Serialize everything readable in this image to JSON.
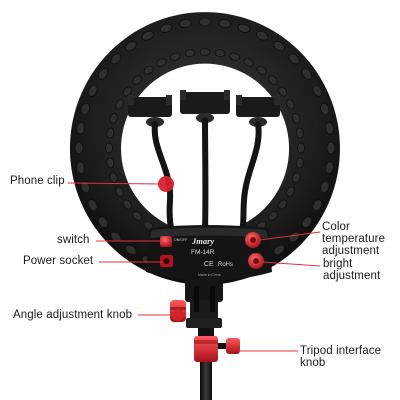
{
  "callouts": {
    "phone_clip": "Phone clip",
    "switch": "switch",
    "power_socket": "Power socket",
    "angle_knob": "Angle adjustment knob",
    "color_temp_line1": "Color",
    "color_temp_line2": "temperature",
    "color_temp_line3": "adjustment",
    "bright_line1": "bright",
    "bright_line2": "adjustment",
    "tripod_line1": "Tripod interface",
    "tripod_line2": "knob"
  },
  "device": {
    "brand": "Jmary",
    "model": "FM-14R",
    "switch_label": "ON/OFF",
    "rohs": "RoHs",
    "made_in": "Made in China"
  },
  "colors": {
    "ring": "#1c1c1c",
    "marker": "#d6212f",
    "leader": "#e0303c",
    "panel": "#111111"
  }
}
